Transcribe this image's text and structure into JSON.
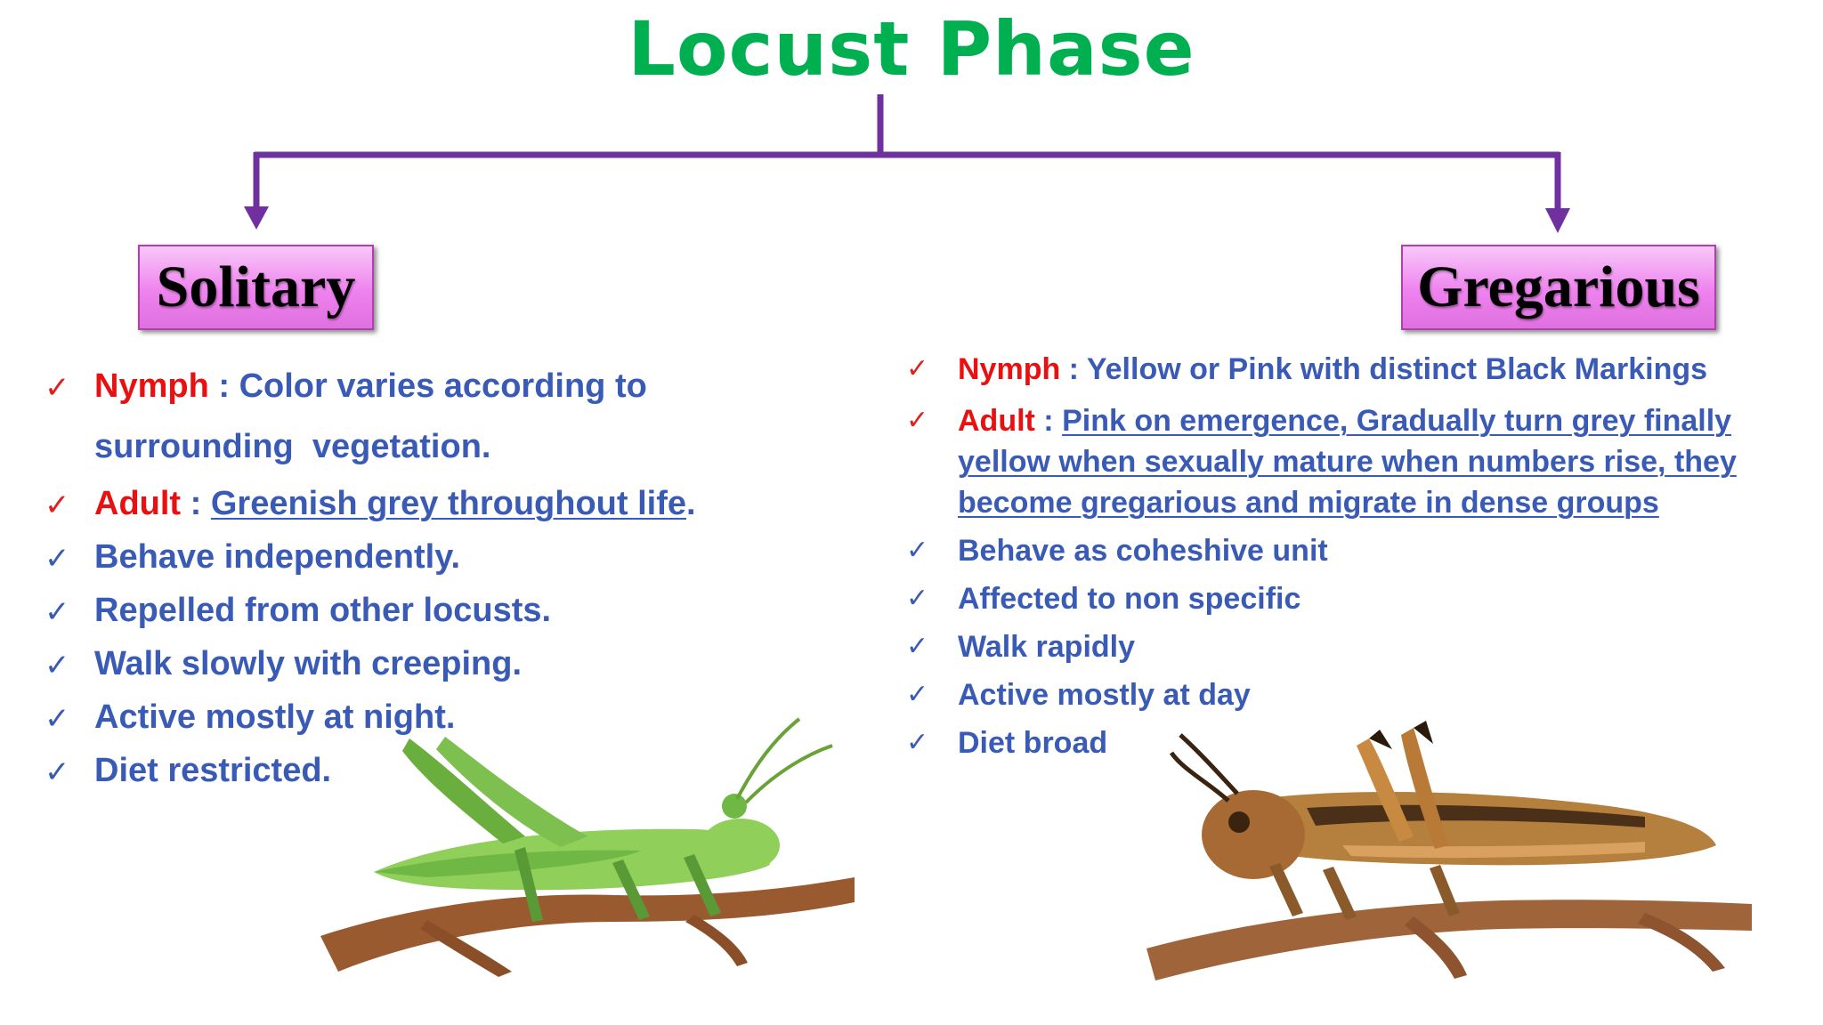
{
  "title": "Locust Phase",
  "colors": {
    "title": "#00b050",
    "connector": "#7030a0",
    "label": "#e81010",
    "body": "#3a5bb5",
    "box": "#ee82ee"
  },
  "solitary": {
    "heading": "Solitary",
    "traits": [
      {
        "label": "Nymph",
        "sep": " : ",
        "text": "Color varies according to",
        "text2": "surrounding  vegetation."
      },
      {
        "label": "Adult",
        "sep": " : ",
        "text": "Greenish grey throughout life",
        "tail": "."
      },
      {
        "text": "Behave independently."
      },
      {
        "text": "Repelled from other locusts."
      },
      {
        "text": "Walk slowly with creeping."
      },
      {
        "text": "Active mostly at night."
      },
      {
        "text": "Diet restricted."
      }
    ],
    "image": "green-grasshopper-on-branch"
  },
  "gregarious": {
    "heading": "Gregarious",
    "traits": [
      {
        "label": "Nymph",
        "sep": " : ",
        "text": "Yellow or Pink with distinct Black Markings"
      },
      {
        "label": "Adult",
        "sep": " : ",
        "text": "Pink on emergence, Gradually turn grey finally",
        "text2": "yellow when sexually mature when numbers rise, they",
        "text3": "become gregarious and migrate in dense groups"
      },
      {
        "text": "Behave as coheshive unit"
      },
      {
        "text": "Affected to non specific"
      },
      {
        "text": "Walk rapidly"
      },
      {
        "text": "Active mostly at day"
      },
      {
        "text": "Diet broad"
      }
    ],
    "image": "brown-locust-on-branch"
  },
  "icons": {
    "check": "check-icon",
    "check_char": "✓"
  }
}
